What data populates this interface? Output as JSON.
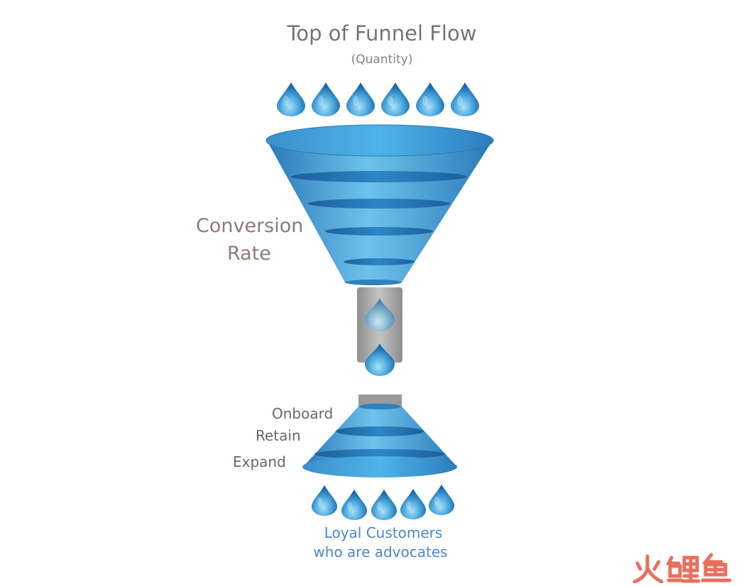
{
  "diagram": {
    "title": "Top of Funnel Flow",
    "subtitle": "(Quantity)",
    "conversion_line1": "Conversion",
    "conversion_line2": "Rate",
    "stages": {
      "onboard": "Onboard",
      "retain": "Retain",
      "expand": "Expand"
    },
    "outcome_line1": "Loyal Customers",
    "outcome_line2": "who are advocates"
  },
  "watermark": {
    "text": "火鲤鱼",
    "color": "#e8705e"
  },
  "colors": {
    "funnel_light": "#6fc2ec",
    "funnel_dark": "#1f6fb0",
    "drop_light": "#8fd4f3",
    "drop_dark": "#1d72b4",
    "stem": "#a9a9a9",
    "title_text": "#7d726c",
    "outcome_text": "#4b88c7"
  }
}
